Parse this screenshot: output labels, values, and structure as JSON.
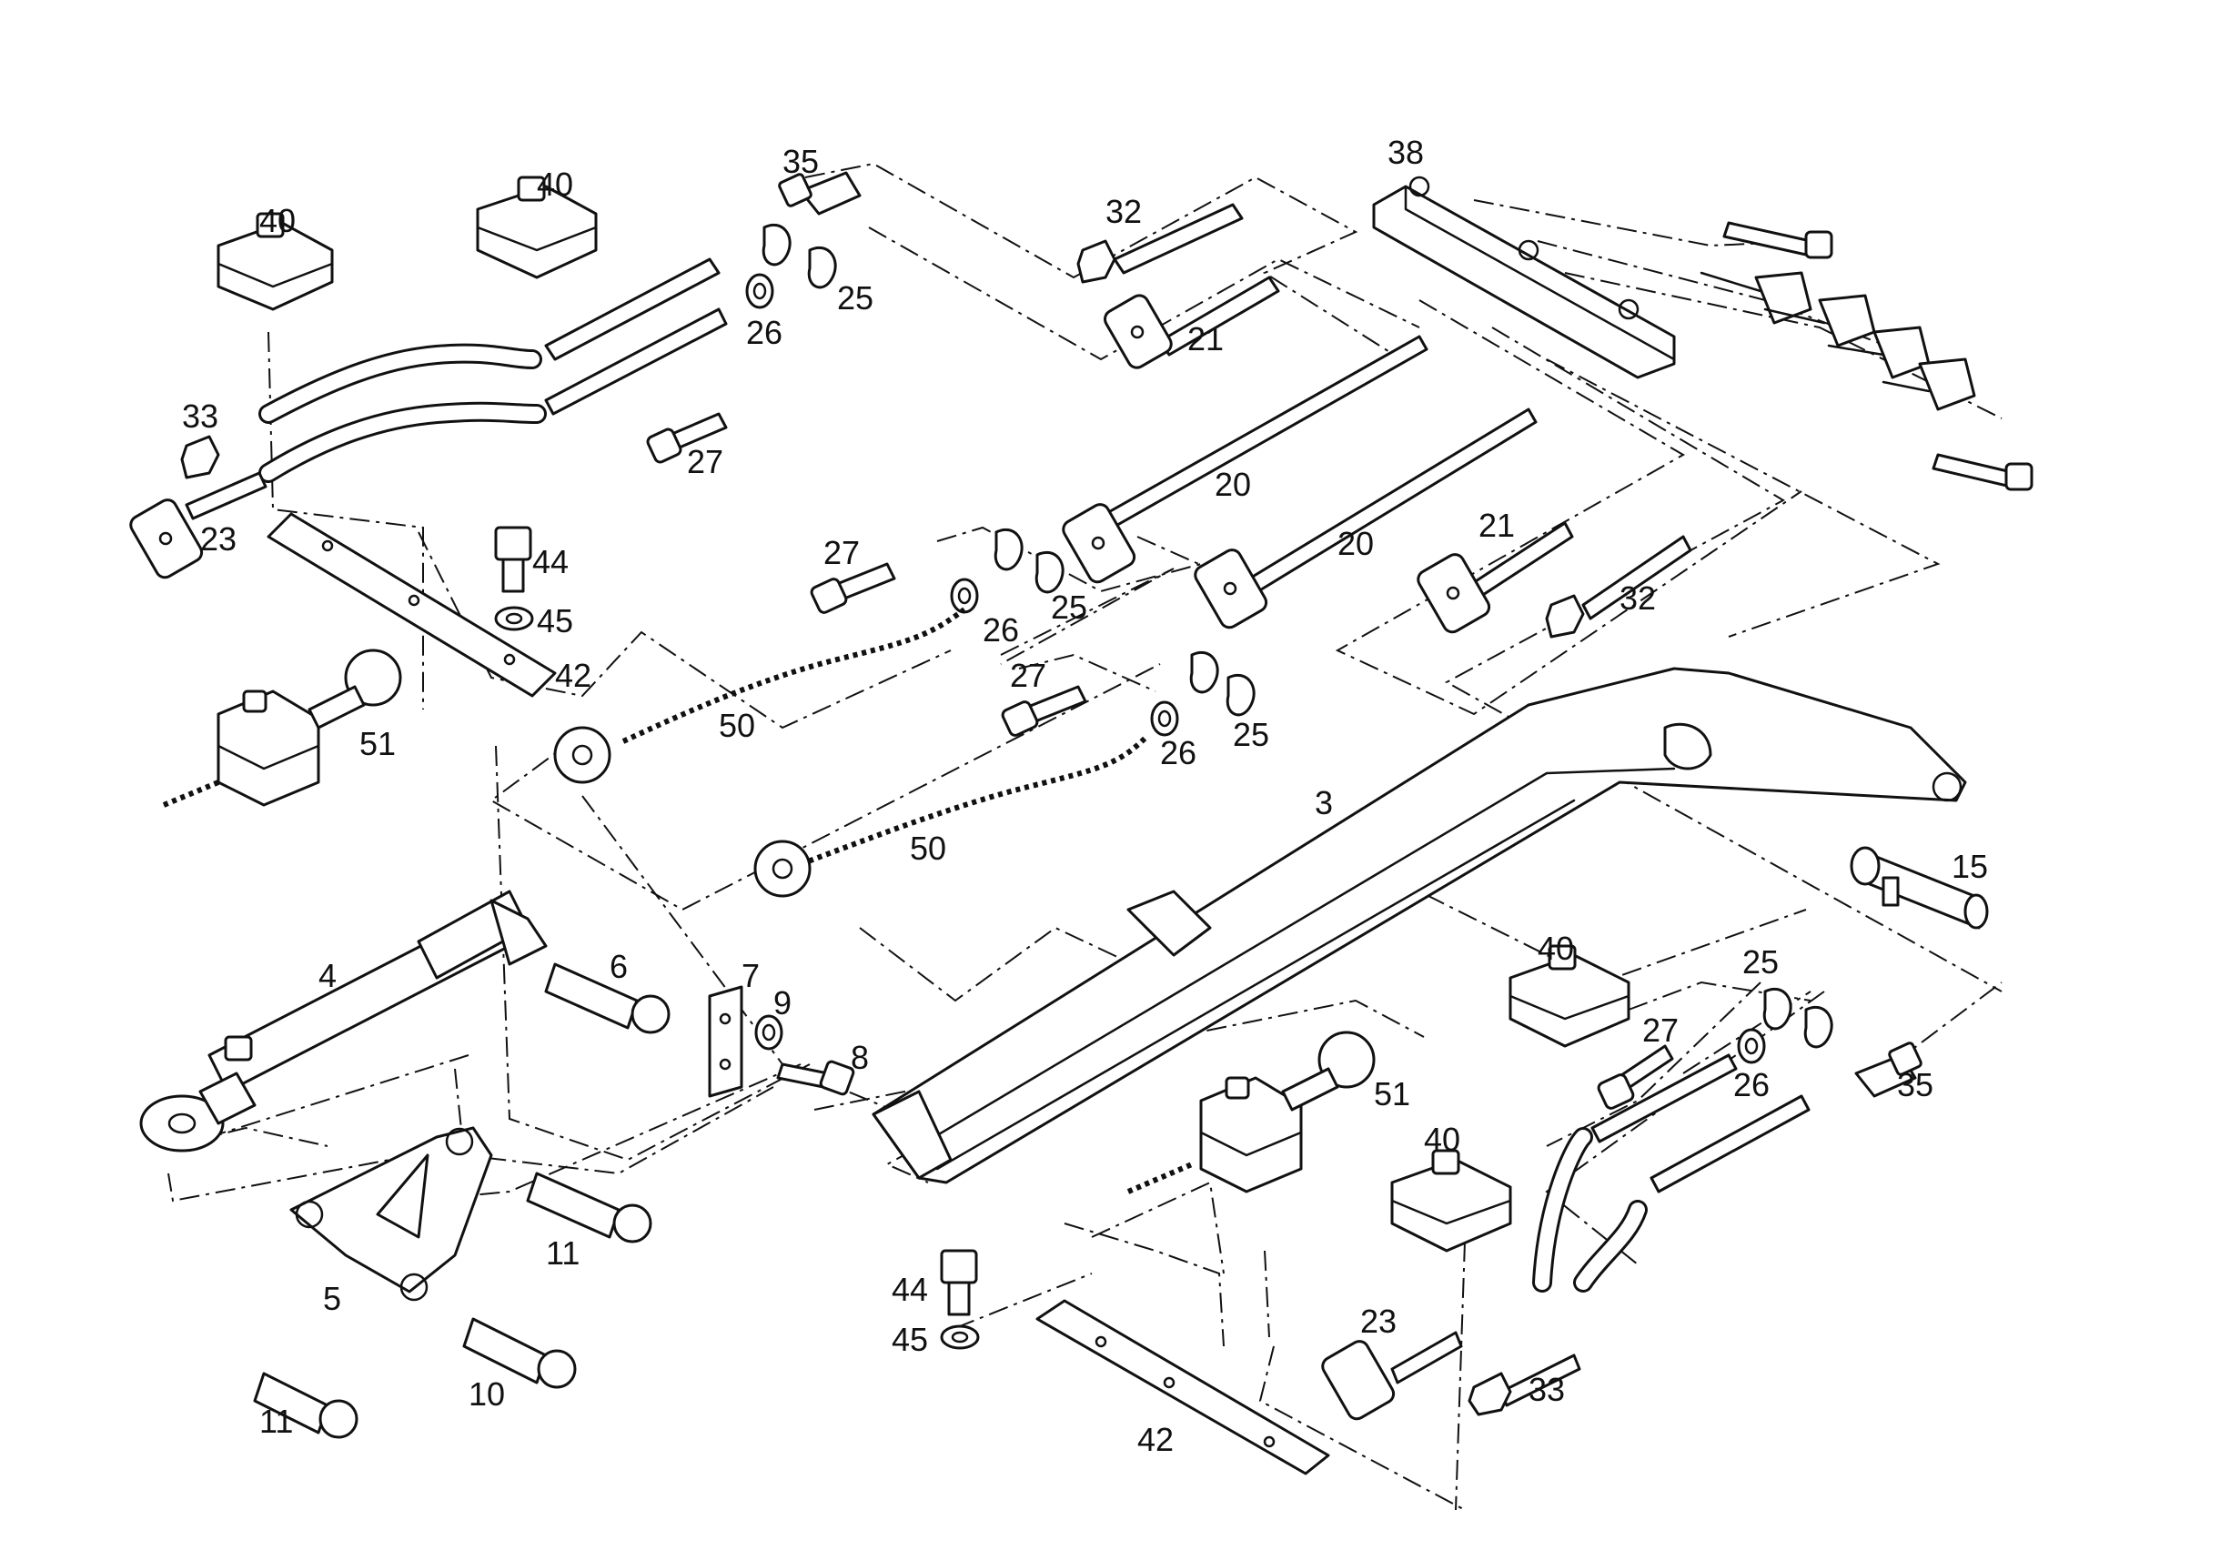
{
  "callouts": [
    {
      "id": "c40a",
      "text": "40"
    },
    {
      "id": "c40b",
      "text": "40"
    },
    {
      "id": "c35a",
      "text": "35"
    },
    {
      "id": "c32a",
      "text": "32"
    },
    {
      "id": "c38",
      "text": "38"
    },
    {
      "id": "c26a",
      "text": "26"
    },
    {
      "id": "c25a",
      "text": "25"
    },
    {
      "id": "c21a",
      "text": "21"
    },
    {
      "id": "c33a",
      "text": "33"
    },
    {
      "id": "c27a",
      "text": "27"
    },
    {
      "id": "c23a",
      "text": "23"
    },
    {
      "id": "c20a",
      "text": "20"
    },
    {
      "id": "c20b",
      "text": "20"
    },
    {
      "id": "c21b",
      "text": "21"
    },
    {
      "id": "c32b",
      "text": "32"
    },
    {
      "id": "c44a",
      "text": "44"
    },
    {
      "id": "c45a",
      "text": "45"
    },
    {
      "id": "c42a",
      "text": "42"
    },
    {
      "id": "c27b",
      "text": "27"
    },
    {
      "id": "c26b",
      "text": "26"
    },
    {
      "id": "c25b",
      "text": "25"
    },
    {
      "id": "c51a",
      "text": "51"
    },
    {
      "id": "c50a",
      "text": "50"
    },
    {
      "id": "c27c",
      "text": "27"
    },
    {
      "id": "c26c",
      "text": "26"
    },
    {
      "id": "c25c",
      "text": "25"
    },
    {
      "id": "c3",
      "text": "3"
    },
    {
      "id": "c50b",
      "text": "50"
    },
    {
      "id": "c15",
      "text": "15"
    },
    {
      "id": "c4",
      "text": "4"
    },
    {
      "id": "c6",
      "text": "6"
    },
    {
      "id": "c7",
      "text": "7"
    },
    {
      "id": "c9",
      "text": "9"
    },
    {
      "id": "c8",
      "text": "8"
    },
    {
      "id": "c40c",
      "text": "40"
    },
    {
      "id": "c25d",
      "text": "25"
    },
    {
      "id": "c27d",
      "text": "27"
    },
    {
      "id": "c26d",
      "text": "26"
    },
    {
      "id": "c35b",
      "text": "35"
    },
    {
      "id": "c51b",
      "text": "51"
    },
    {
      "id": "c40d",
      "text": "40"
    },
    {
      "id": "c11a",
      "text": "11"
    },
    {
      "id": "c5",
      "text": "5"
    },
    {
      "id": "c44b",
      "text": "44"
    },
    {
      "id": "c45b",
      "text": "45"
    },
    {
      "id": "c23b",
      "text": "23"
    },
    {
      "id": "c33b",
      "text": "33"
    },
    {
      "id": "c10",
      "text": "10"
    },
    {
      "id": "c11b",
      "text": "11"
    },
    {
      "id": "c42b",
      "text": "42"
    }
  ]
}
